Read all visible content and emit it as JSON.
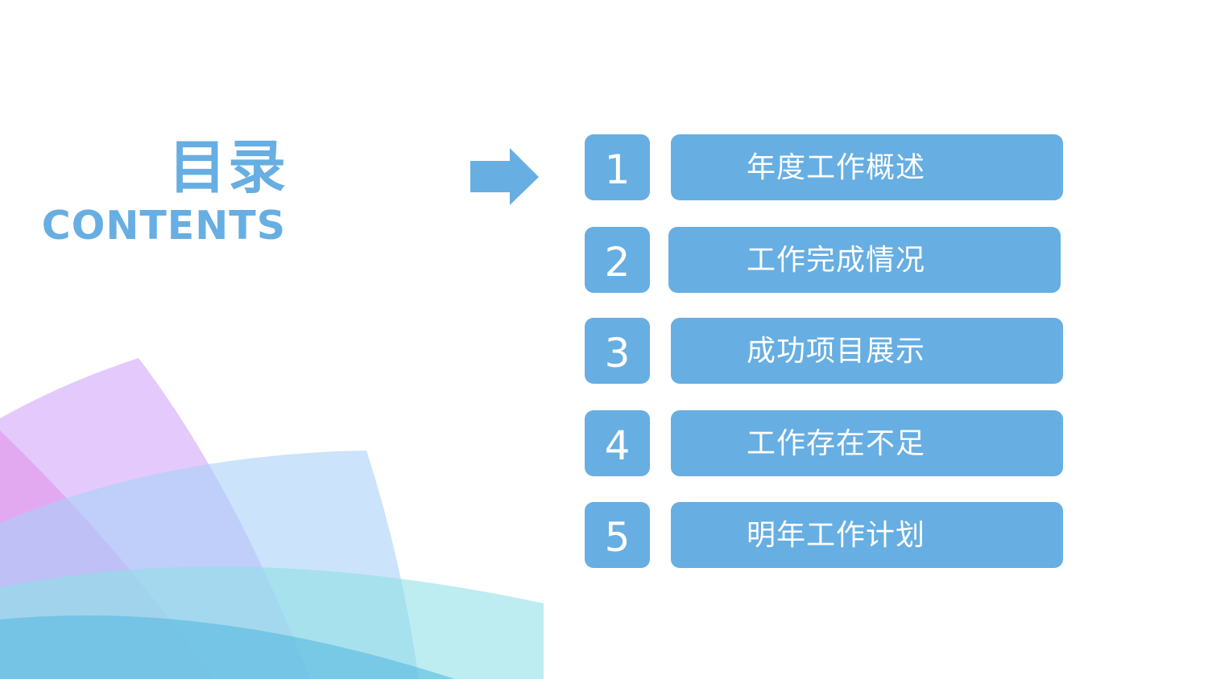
{
  "header": {
    "title_cn": "目录",
    "title_en": "CONTENTS"
  },
  "colors": {
    "accent": "#67aee2",
    "text_on_accent": "#ffffff",
    "petal_purple": "#d8b4fb",
    "petal_magenta": "#e08ee8",
    "petal_lightblue": "#b3d6f9",
    "petal_cyan": "#93e3e6",
    "petal_blue": "#4fa6dd"
  },
  "icons": {
    "arrow": "arrow-right-icon"
  },
  "items": [
    {
      "number": "1",
      "label": "年度工作概述"
    },
    {
      "number": "2",
      "label": "工作完成情况"
    },
    {
      "number": "3",
      "label": "成功项目展示"
    },
    {
      "number": "4",
      "label": "工作存在不足"
    },
    {
      "number": "5",
      "label": "明年工作计划"
    }
  ]
}
